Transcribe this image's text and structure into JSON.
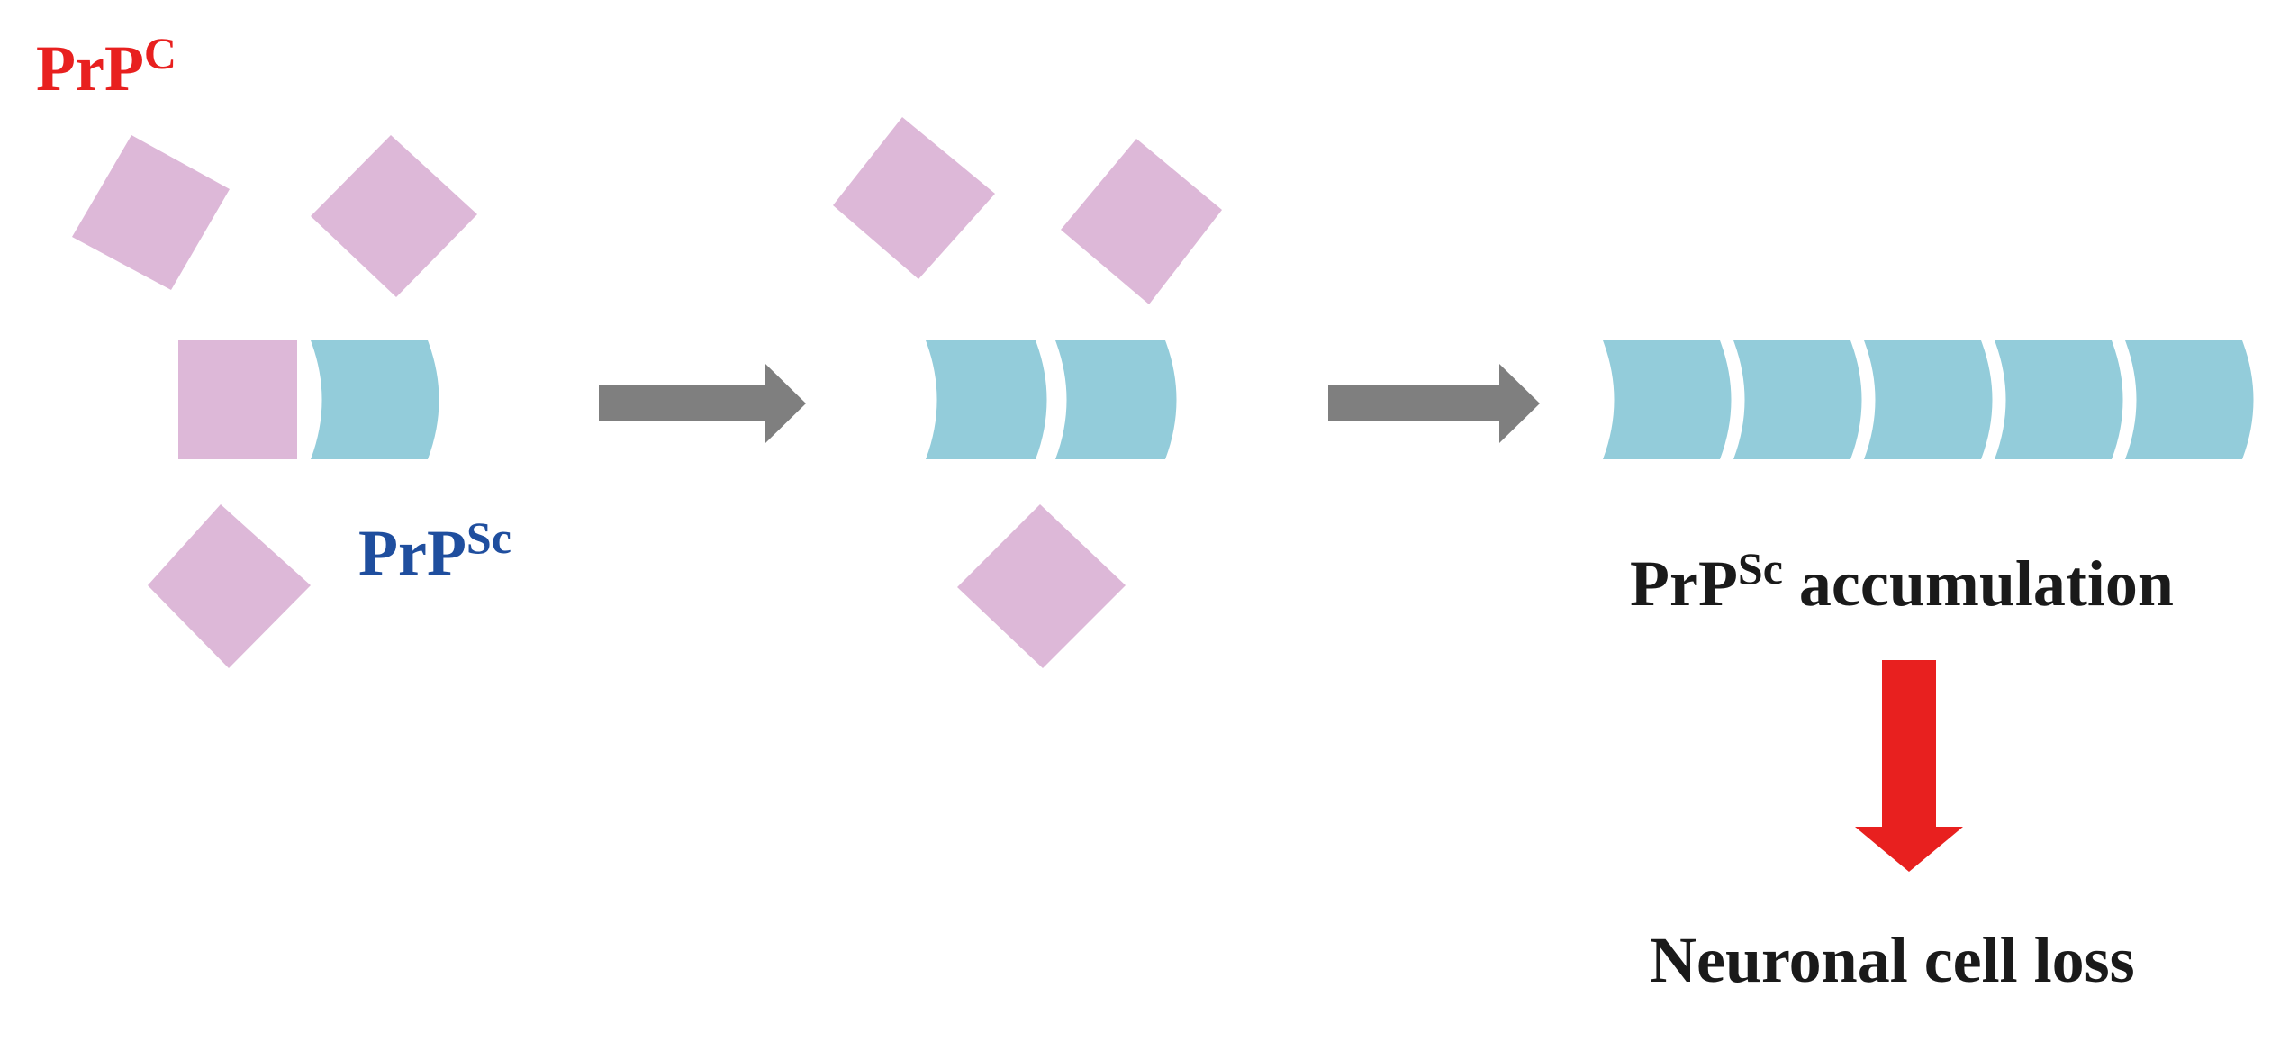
{
  "labels": {
    "prpc_base": "PrP",
    "prpc_sup": "C",
    "prpsc_base": "PrP",
    "prpsc_sup": "Sc",
    "accumulation_base": "PrP",
    "accumulation_sup": "Sc",
    "accumulation_rest": " accumulation",
    "outcome": "Neuronal cell loss"
  },
  "colors": {
    "prpc": "#ddb8d8",
    "prpsc": "#93ccda",
    "process_arrow": "#7f7f7f",
    "outcome_arrow": "#e8201f",
    "prpc_label": "#e8201f",
    "prpsc_label": "#1f4e9e",
    "text": "#1a1a1a"
  },
  "stages": [
    {
      "name": "prpc-prpsc-interaction",
      "prpc_monomers": 4,
      "prpsc_units": 1
    },
    {
      "name": "conversion",
      "prpc_monomers": 3,
      "prpsc_units": 2
    },
    {
      "name": "accumulation",
      "prpc_monomers": 0,
      "prpsc_units": 5
    }
  ]
}
